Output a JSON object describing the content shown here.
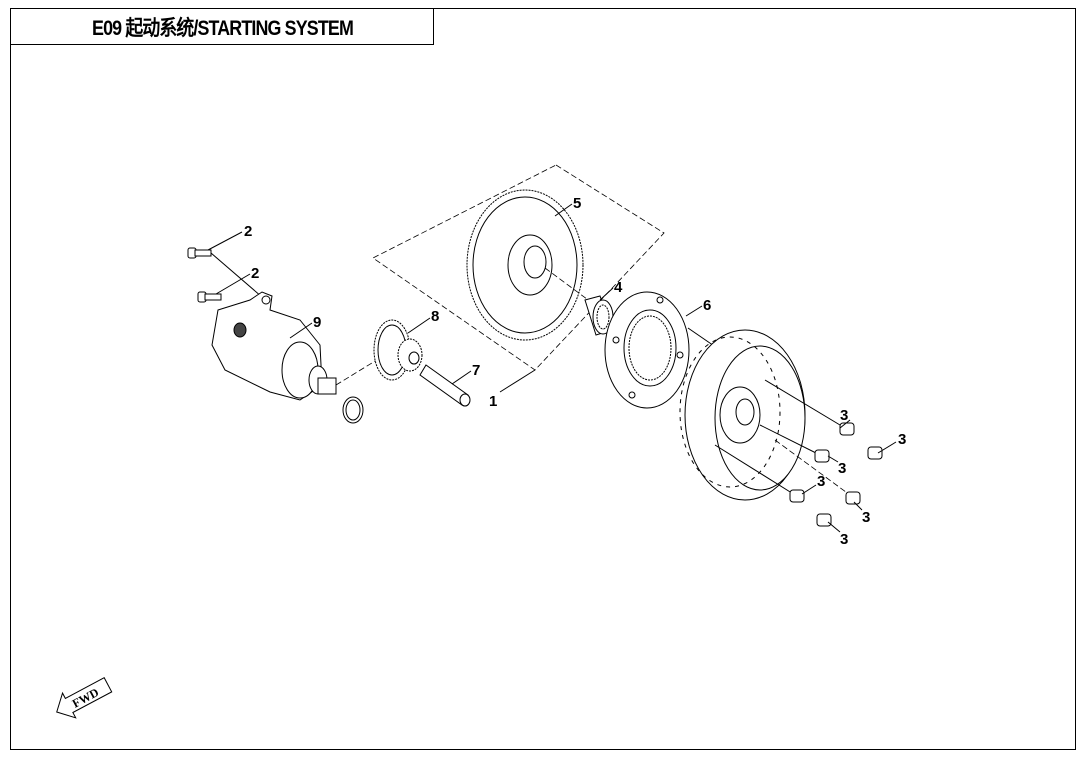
{
  "title": "E09 起动系统/STARTING SYSTEM",
  "fwd_label": "FWD",
  "callouts": {
    "c1": "1",
    "c2a": "2",
    "c2b": "2",
    "c3a": "3",
    "c3b": "3",
    "c3c": "3",
    "c3d": "3",
    "c3e": "3",
    "c3f": "3",
    "c4": "4",
    "c5": "5",
    "c6": "6",
    "c7": "7",
    "c8": "8",
    "c9": "9"
  }
}
